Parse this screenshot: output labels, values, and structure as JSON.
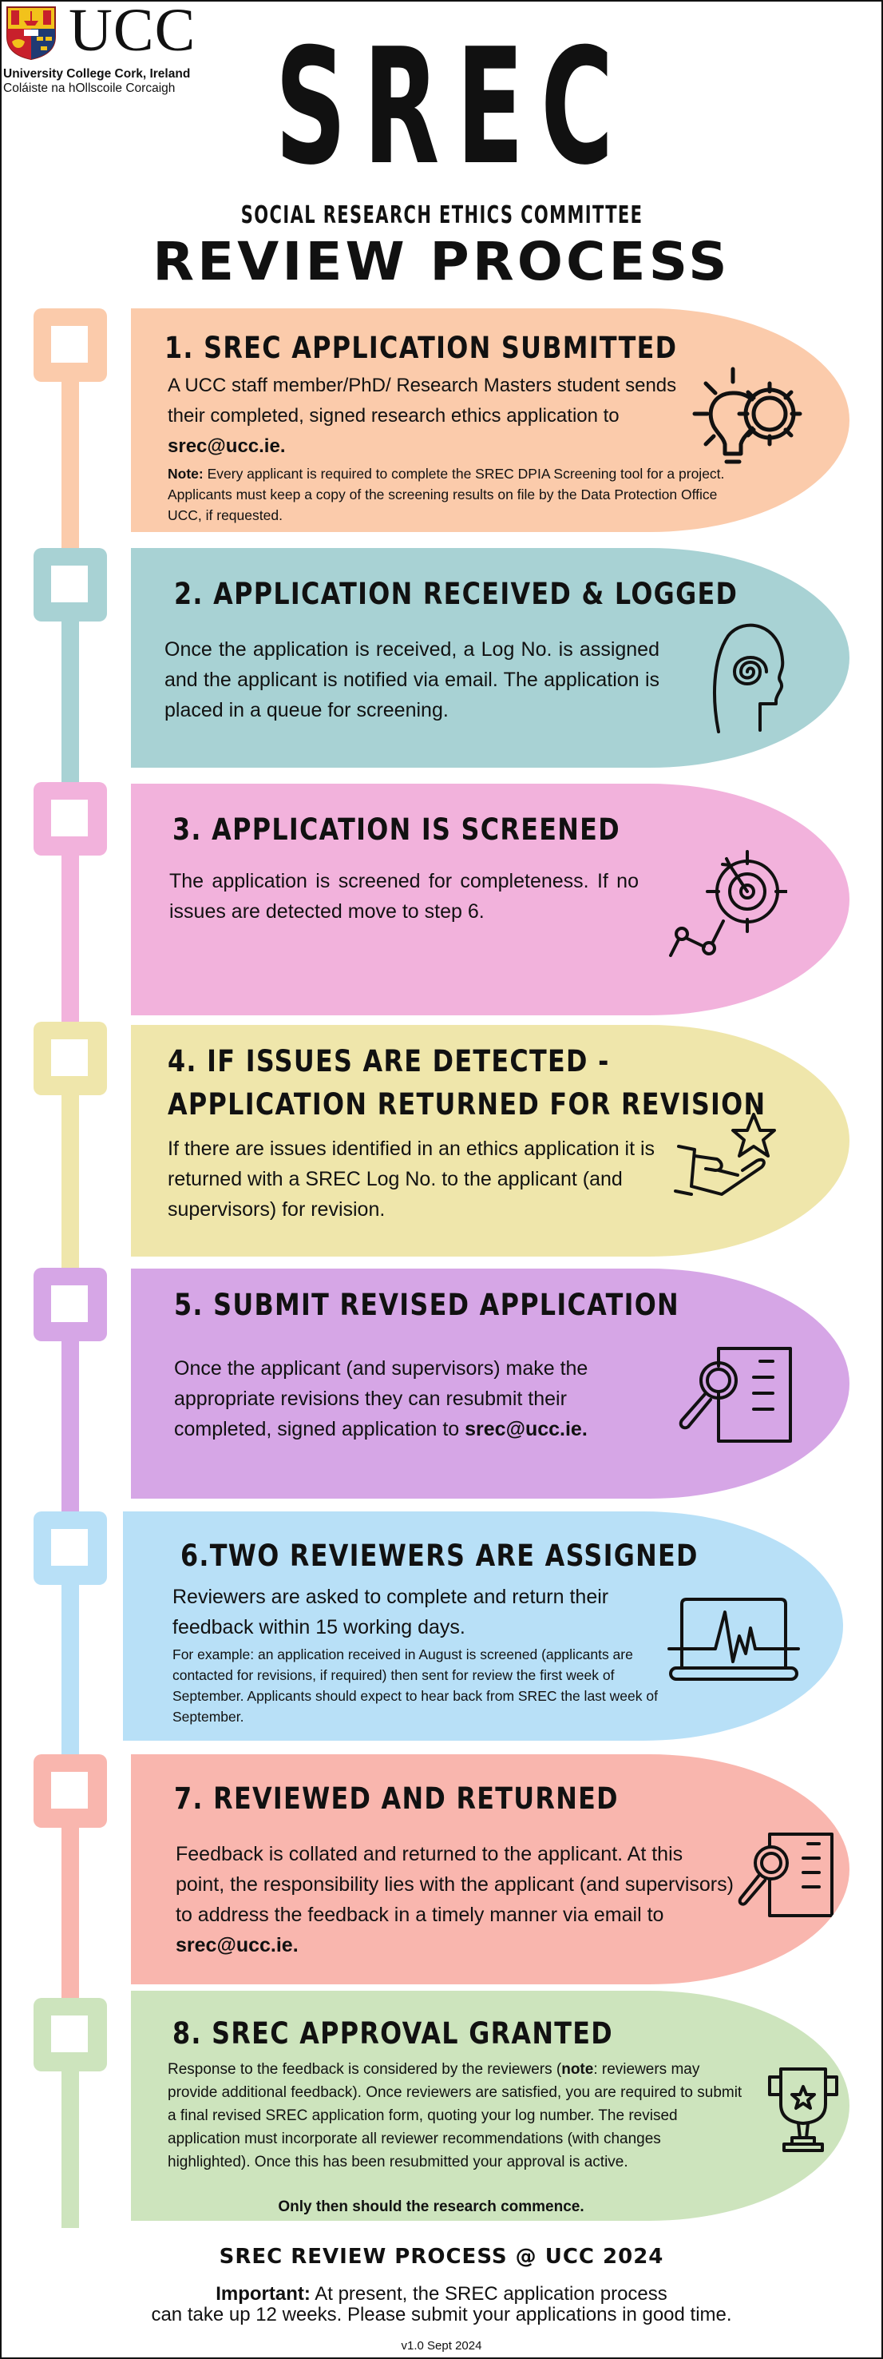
{
  "logo": {
    "wordmark": "UCC",
    "line1": "University College Cork, Ireland",
    "line2": "Coláiste na hOllscoile Corcaigh",
    "crest_icon": "ucc-crest-icon"
  },
  "header": {
    "title": "SREC",
    "subtitle": "SOCIAL RESEARCH ETHICS COMMITTEE",
    "heading": "REVIEW PROCESS"
  },
  "colors": {
    "step1": "#fbcbab",
    "step2": "#a8d2d4",
    "step3": "#f2b2dc",
    "step4": "#efe6ab",
    "step5": "#d6a6e6",
    "step6": "#b8e0f7",
    "step7": "#f9b6ae",
    "step8": "#cde4bd"
  },
  "steps": [
    {
      "title": "1. SREC APPLICATION SUBMITTED",
      "body_a": "A UCC staff member/PhD/ Research Masters student sends their completed, signed research ethics application to ",
      "body_email": "srec@ucc.ie.",
      "note_label": "Note:",
      "note_text": " Every applicant is required to complete the SREC DPIA Screening tool for a project. Applicants must keep a copy of the screening results on file by the Data Protection Office UCC, if requested.",
      "icon": "lightbulb-gear-icon"
    },
    {
      "title": "2. APPLICATION RECEIVED & LOGGED",
      "body": "Once the application is received, a Log No. is assigned and the applicant is notified via email. The application is placed in a queue for screening.",
      "icon": "head-spiral-icon"
    },
    {
      "title": "3. APPLICATION IS SCREENED",
      "body": "The application is screened for completeness. If no issues are detected move to step 6.",
      "icon": "target-arrow-icon"
    },
    {
      "title_line1": "4. IF ISSUES ARE DETECTED -",
      "title_line2": "APPLICATION RETURNED FOR REVISION",
      "body": "If there are issues identified in an ethics application it is returned with a SREC Log No. to the applicant (and supervisors) for revision.",
      "icon": "hand-star-icon"
    },
    {
      "title": "5. SUBMIT REVISED APPLICATION",
      "body_a": "Once the applicant (and supervisors)  make the appropriate revisions they can resubmit their completed, signed application to ",
      "body_email": "srec@ucc.ie.",
      "icon": "document-search-icon"
    },
    {
      "title": "6.TWO REVIEWERS ARE ASSIGNED",
      "body": "Reviewers are asked to complete and return their feedback within 15 working days.",
      "example": "For example: an application received in August is screened (applicants are contacted for revisions, if required) then sent for review the first week of September. Applicants should expect to hear back from SREC the last week of September.",
      "icon": "laptop-heartbeat-icon"
    },
    {
      "title": "7. REVIEWED AND RETURNED",
      "body_a": "Feedback is collated and returned to the applicant. At this point, the responsibility lies with the applicant (and supervisors) to address the feedback in a timely manner via email to ",
      "body_email": "srec@ucc.ie.",
      "icon": "document-search-icon"
    },
    {
      "title": "8. SREC APPROVAL GRANTED",
      "body_a": "Response to the feedback is considered by the reviewers (",
      "body_note": "note",
      "body_b": ": reviewers may provide additional feedback). Once reviewers are satisfied, you are required to submit a final revised SREC application form, quoting your log number. The revised application must incorporate all reviewer recommendations (with changes highlighted). Once this has been resubmitted your approval is active.",
      "closing": "Only then should the research commence.",
      "icon": "trophy-star-icon"
    }
  ],
  "footer": {
    "title": "SREC REVIEW PROCESS @ UCC 2024",
    "important_label": "Important:",
    "important_text_1": " At present, the SREC application process",
    "important_text_2": "can take up 12 weeks. Please submit your applications in good time.",
    "version": "v1.0 Sept 2024"
  }
}
